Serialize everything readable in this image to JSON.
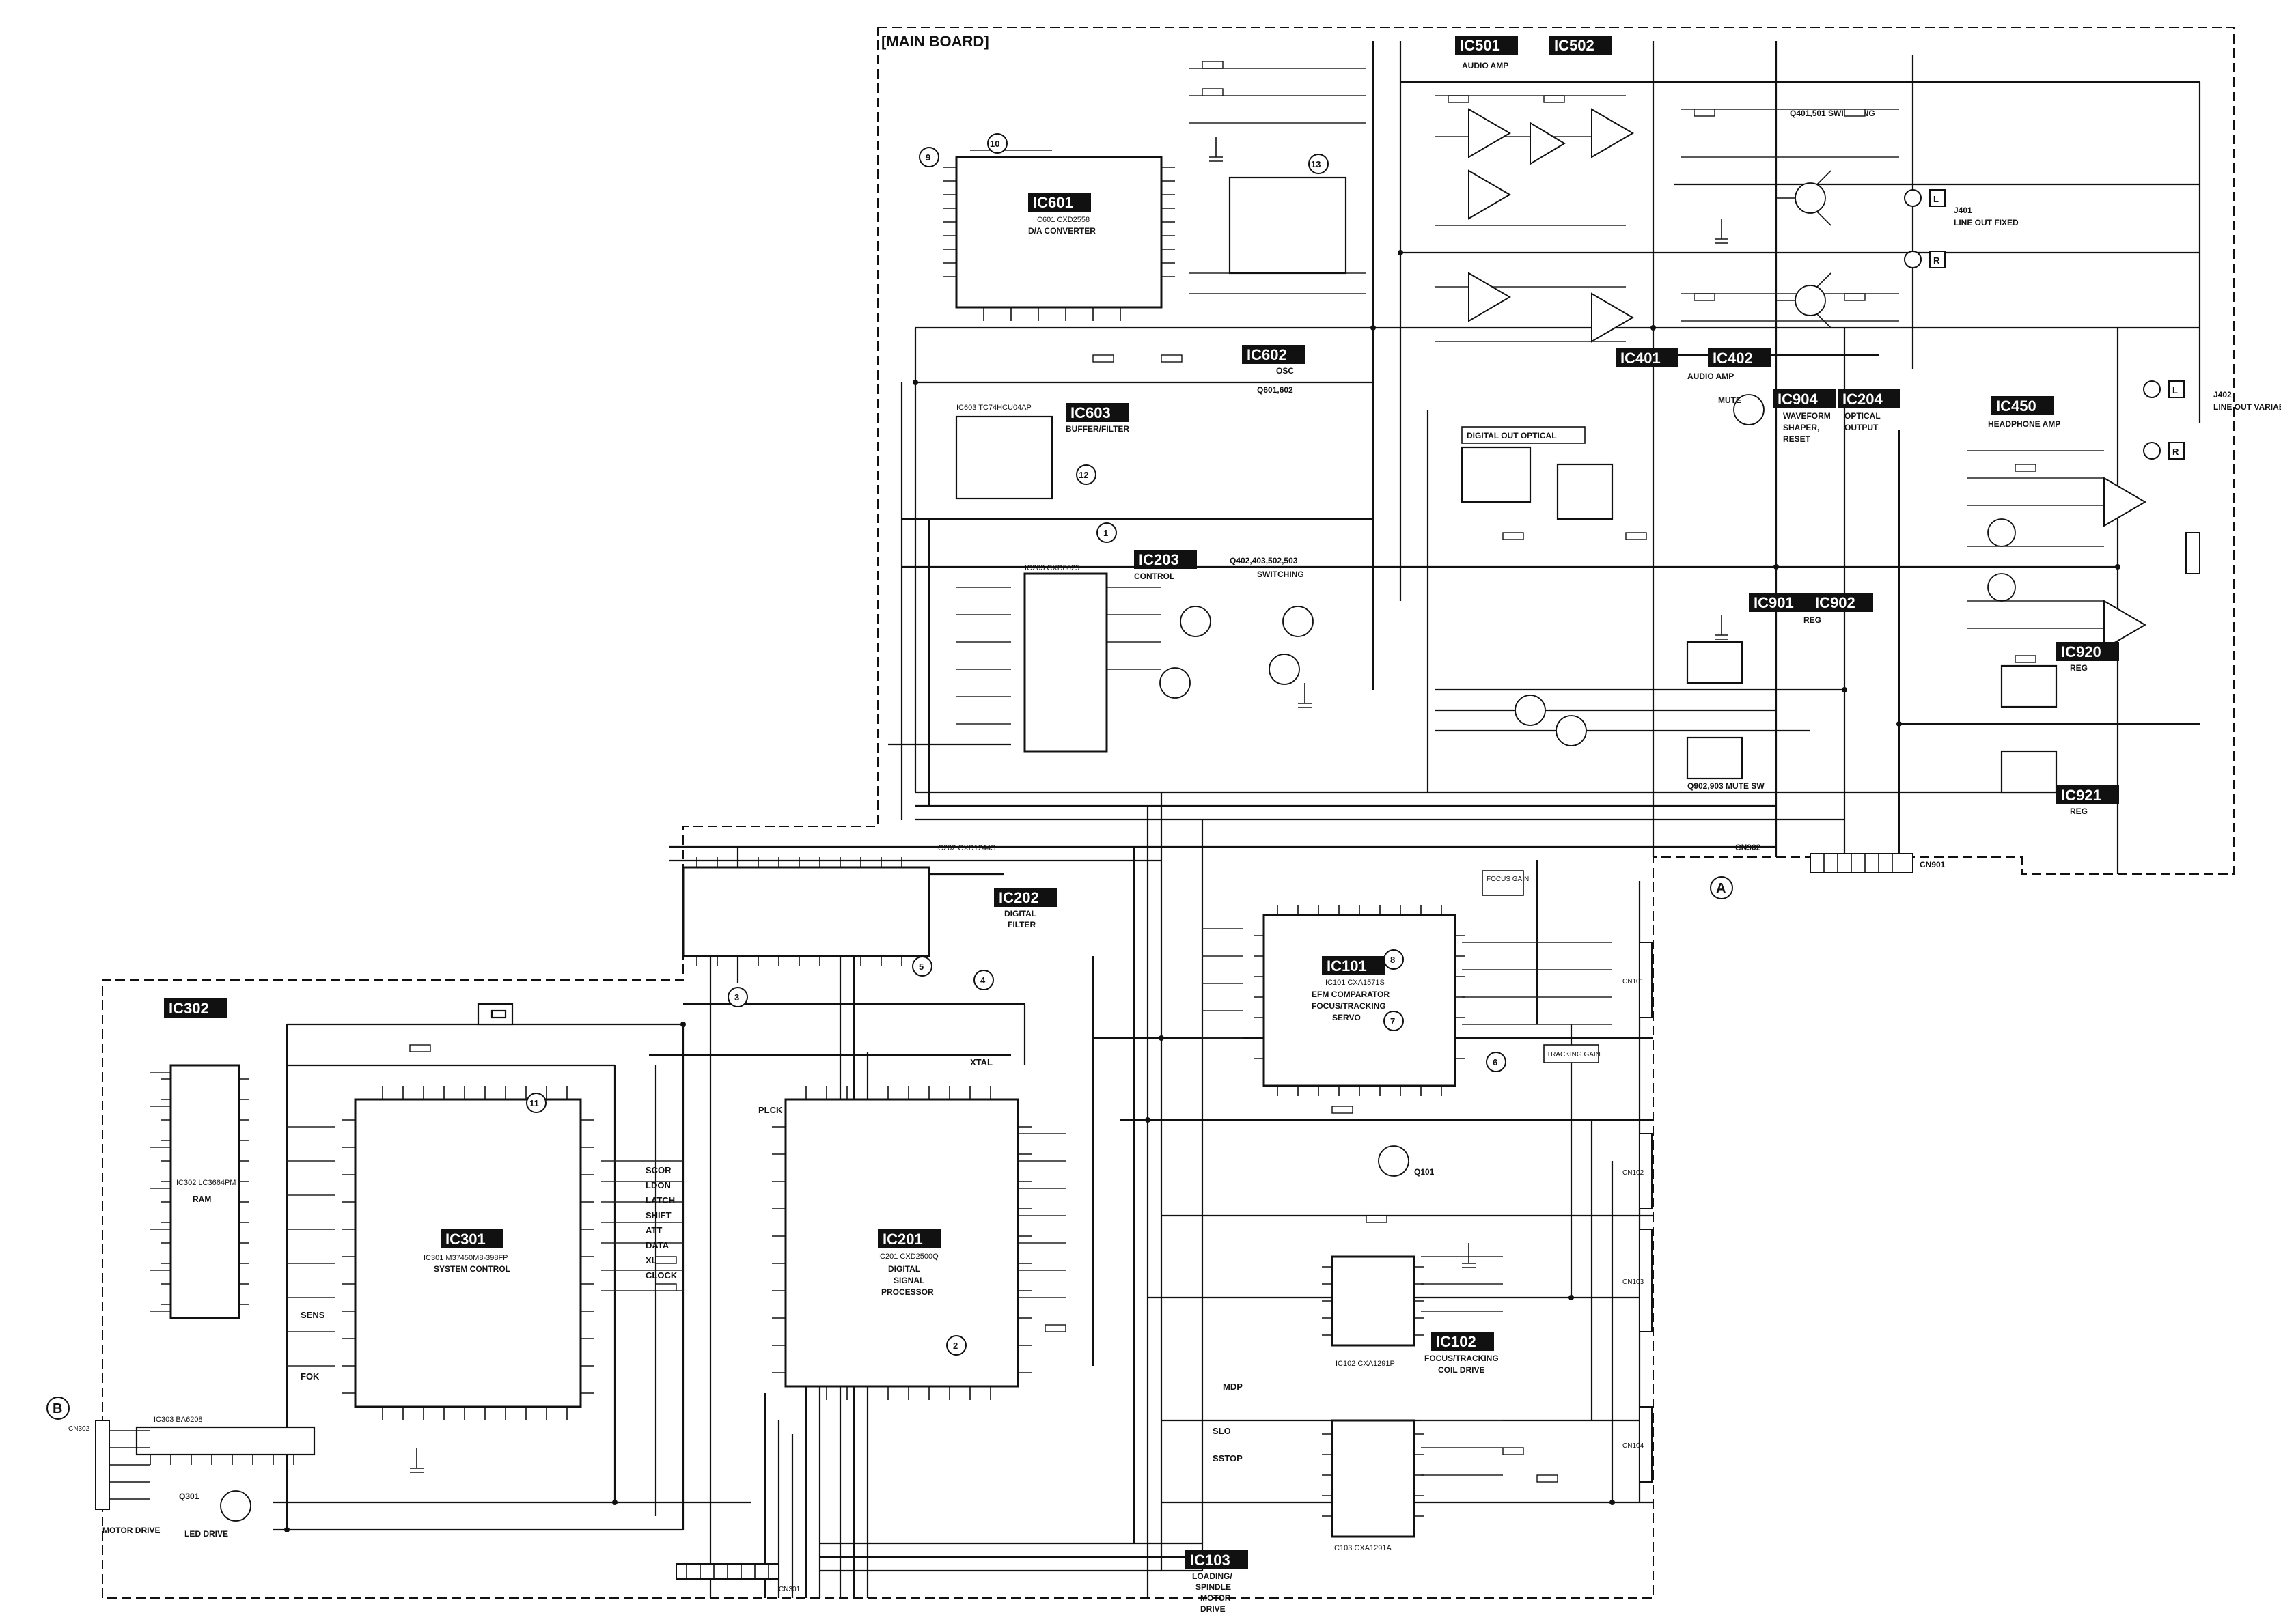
{
  "board": {
    "title": "[MAIN BOARD]"
  },
  "ics": {
    "ic601": {
      "name": "IC601",
      "part": "IC601 CXD2558",
      "desc": "D/A CONVERTER"
    },
    "ic602": {
      "name": "IC602",
      "desc1": "OSC",
      "desc2": "Q601,602"
    },
    "ic603": {
      "name": "IC603",
      "part": "IC603 TC74HCU04AP",
      "desc": "BUFFER/FILTER"
    },
    "ic501": {
      "name": "IC501"
    },
    "ic502": {
      "name": "IC502"
    },
    "ic401": {
      "name": "IC401"
    },
    "ic402": {
      "name": "IC402"
    },
    "ic203": {
      "name": "IC203",
      "desc": "CONTROL",
      "part": "IC203 CXD8625"
    },
    "ic904": {
      "name": "IC904",
      "desc1": "WAVEFORM",
      "desc2": "SHAPER,",
      "desc3": "RESET"
    },
    "ic204": {
      "name": "IC204",
      "desc1": "OPTICAL",
      "desc2": "OUTPUT"
    },
    "ic450": {
      "name": "IC450",
      "desc": "HEADPHONE AMP"
    },
    "ic901": {
      "name": "IC901"
    },
    "ic902": {
      "name": "IC902"
    },
    "ic920": {
      "name": "IC920"
    },
    "ic921": {
      "name": "IC921"
    },
    "ic202": {
      "name": "IC202",
      "desc1": "DIGITAL",
      "desc2": "FILTER",
      "part": "IC202 CXD1244S"
    },
    "ic101": {
      "name": "IC101",
      "part": "IC101 CXA1571S",
      "desc1": "EFM COMPARATOR",
      "desc2": "FOCUS/TRACKING",
      "desc3": "SERVO"
    },
    "ic302": {
      "name": "IC302",
      "part": "IC302 LC3664PM",
      "desc": "RAM"
    },
    "ic301": {
      "name": "IC301",
      "part": "IC301 M37450M8-398FP",
      "desc": "SYSTEM CONTROL"
    },
    "ic201": {
      "name": "IC201",
      "part": "IC201 CXD2500Q",
      "desc1": "DIGITAL",
      "desc2": "SIGNAL",
      "desc3": "PROCESSOR"
    },
    "ic102": {
      "name": "IC102",
      "part": "IC102 CXA1291P",
      "desc1": "FOCUS/TRACKING",
      "desc2": "COIL DRIVE"
    },
    "ic103": {
      "name": "IC103",
      "part": "IC103 CXA1291A",
      "desc1": "LOADING/",
      "desc2": "SPINDLE",
      "desc3": "MOTOR",
      "desc4": "DRIVE"
    },
    "ic303": {
      "part": "IC303 BA6208"
    }
  },
  "labels": {
    "audio_amp_top": "AUDIO AMP",
    "audio_amp_bottom": "AUDIO AMP",
    "switching_top": "Q401,501 SWITCHING",
    "switching_mid": "Q402,403,502,503",
    "switching_mid2": "SWITCHING",
    "line_out_fixed": "LINE OUT FIXED",
    "line_out_variable": "LINE OUT VARIABLE",
    "j401": "J401",
    "j402": "J402",
    "mute": "MUTE",
    "digital_out_optical": "DIGITAL OUT OPTICAL",
    "reg_901": "REG",
    "reg_920": "REG",
    "reg_921": "REG",
    "mute_sw": "Q902,903 MUTE SW",
    "focus_gain": "FOCUS GAIN",
    "tracking_gain": "TRACKING GAIN",
    "motor_drive": "MOTOR DRIVE",
    "led_drive": "LED DRIVE",
    "q301": "Q301",
    "q101": "Q101",
    "cn302": "CN302",
    "cn901": "CN901",
    "cn902": "CN902",
    "cn101": "CN101",
    "cn102": "CN102",
    "cn103": "CN103",
    "cn104": "CN104",
    "cn301": "CN301",
    "sens": "SENS",
    "fok": "FOK",
    "xtal": "XTAL",
    "plck": "PLCK",
    "scor": "SCOR",
    "ldon": "LDON",
    "latch": "LATCH",
    "shift": "SHIFT",
    "att": "ATT",
    "data": "DATA",
    "xlat": "XLAT",
    "clock": "CLOCK",
    "mdp": "MDP",
    "slo": "SLO",
    "sstop": "SSTOP",
    "l_out": "L",
    "r_out": "R"
  },
  "markers": {
    "a": "A",
    "b": "B",
    "m1": "1",
    "m2": "2",
    "m3": "3",
    "m4": "4",
    "m5": "5",
    "m6": "6",
    "m7": "7",
    "m8": "8",
    "m9": "9",
    "m10": "10",
    "m11": "11",
    "m12": "12",
    "m13": "13"
  }
}
